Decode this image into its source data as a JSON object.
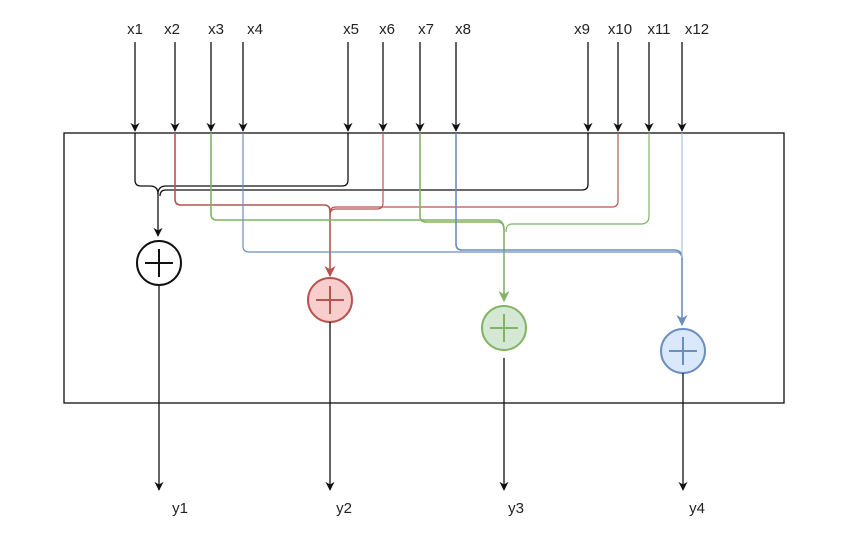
{
  "colors": {
    "black": "#111111",
    "red": "#b85450",
    "green": "#82b366",
    "blue": "#6c8ebf",
    "red_fill": "#f8cecc",
    "green_fill": "#d5e8d4",
    "blue_fill": "#dae8fc"
  },
  "inputs": {
    "x1": "x1",
    "x2": "x2",
    "x3": "x3",
    "x4": "x4",
    "x5": "x5",
    "x6": "x6",
    "x7": "x7",
    "x8": "x8",
    "x9": "x9",
    "x10": "x10",
    "x11": "x11",
    "x12": "x12"
  },
  "outputs": {
    "y1": "y1",
    "y2": "y2",
    "y3": "y3",
    "y4": "y4"
  },
  "adders": [
    {
      "id": "adder-1",
      "color": "black",
      "inputs": [
        "x1",
        "x5",
        "x9"
      ],
      "output": "y1"
    },
    {
      "id": "adder-2",
      "color": "red",
      "inputs": [
        "x2",
        "x6",
        "x10"
      ],
      "output": "y2"
    },
    {
      "id": "adder-3",
      "color": "green",
      "inputs": [
        "x3",
        "x7",
        "x11"
      ],
      "output": "y3"
    },
    {
      "id": "adder-4",
      "color": "blue",
      "inputs": [
        "x4",
        "x8",
        "x12"
      ],
      "output": "y4"
    }
  ]
}
